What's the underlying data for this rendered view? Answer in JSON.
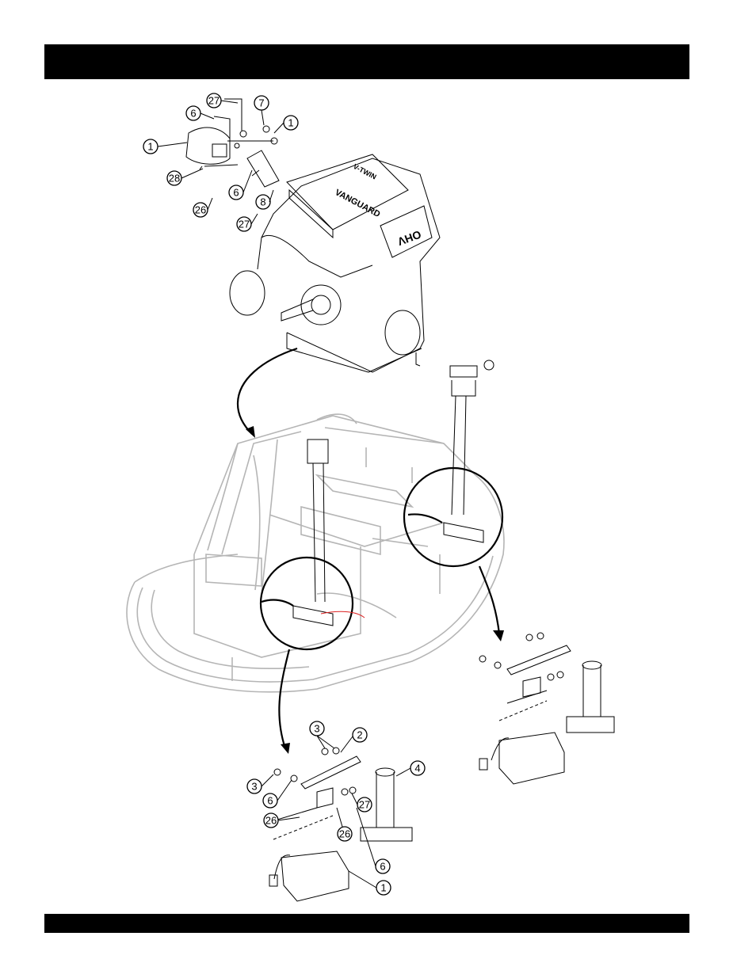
{
  "header": {
    "bar_color": "#000000"
  },
  "engine": {
    "brand": "VANGUARD",
    "model": "V-TWIN",
    "badge": "OHV"
  },
  "callouts": {
    "top": [
      "27",
      "6",
      "7",
      "1",
      "1",
      "28",
      "6",
      "8",
      "26",
      "27"
    ],
    "left": [
      "3",
      "2",
      "4",
      "3",
      "6",
      "27",
      "26",
      "26",
      "6",
      "1"
    ]
  },
  "footer": {
    "bar_color": "#000000"
  }
}
